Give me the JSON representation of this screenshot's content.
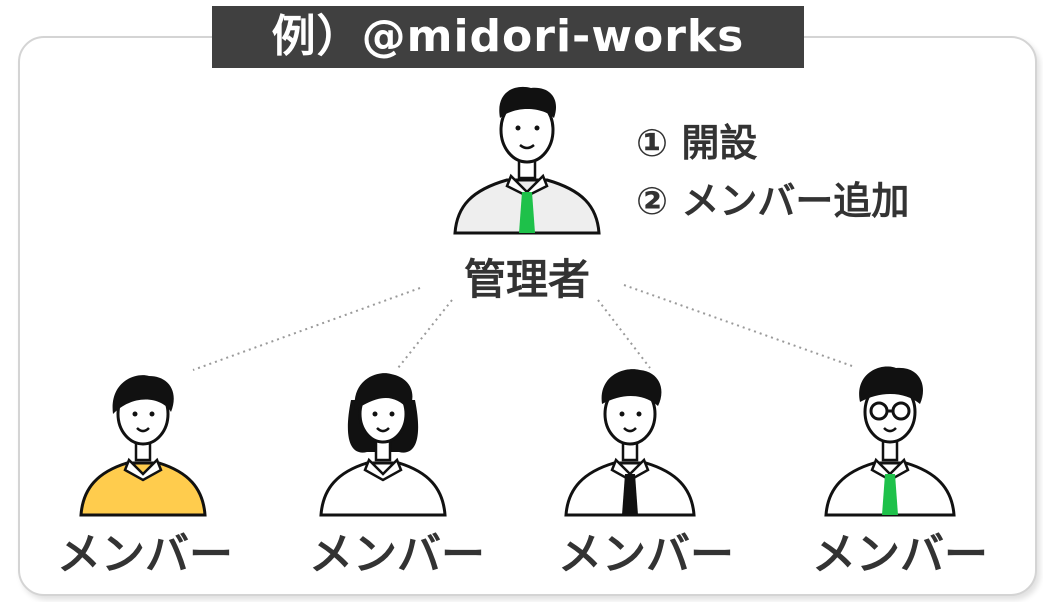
{
  "title": "例）@midori-works",
  "admin": {
    "label": "管理者",
    "tie_color": "#1ec14a"
  },
  "steps": [
    {
      "label": "① 開設"
    },
    {
      "label": "② メンバー追加"
    }
  ],
  "members": [
    {
      "label": "メンバー",
      "shirt_color": "#ffcc4d",
      "accessory": "sweater"
    },
    {
      "label": "メンバー",
      "shirt_color": "#ffffff",
      "accessory": "none"
    },
    {
      "label": "メンバー",
      "shirt_color": "#ffffff",
      "accessory": "black-tie"
    },
    {
      "label": "メンバー",
      "shirt_color": "#ffffff",
      "accessory": "green-tie-glasses"
    }
  ],
  "colors": {
    "title_bg": "#404040",
    "text": "#333333",
    "green_tie": "#1ec14a",
    "black_tie": "#111111"
  }
}
